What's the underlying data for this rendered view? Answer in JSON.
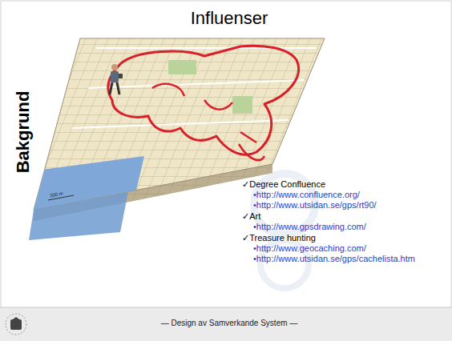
{
  "diagram": {
    "title": "Influenser",
    "labels": [
      "Bakgrund",
      "200 m",
      "✓Degree Confluence",
      "•http://www.confluence.org/",
      "•http://www.utsidan.se/gps/rt90/",
      "✓Art",
      "•http://www.gpsdrawing.com/",
      "✓Treasure hunting",
      "•http://www.geocaching.com/",
      "•http://www.utsidan.se/gps/cachelista.htm",
      "— Design av Samverkande System —"
    ]
  }
}
